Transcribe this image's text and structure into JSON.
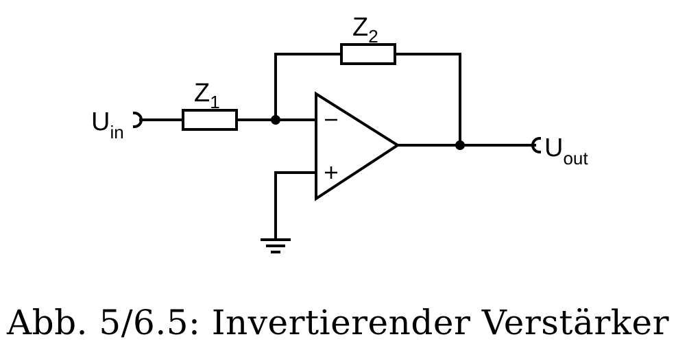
{
  "diagram": {
    "input_label": {
      "main": "U",
      "sub": "in"
    },
    "output_label": {
      "main": "U",
      "sub": "out"
    },
    "z1_label": {
      "main": "Z",
      "sub": "1"
    },
    "z2_label": {
      "main": "Z",
      "sub": "2"
    },
    "minus_sign": "−",
    "plus_sign": "+"
  },
  "caption": "Abb. 5/6.5: Invertierender Verstärker"
}
